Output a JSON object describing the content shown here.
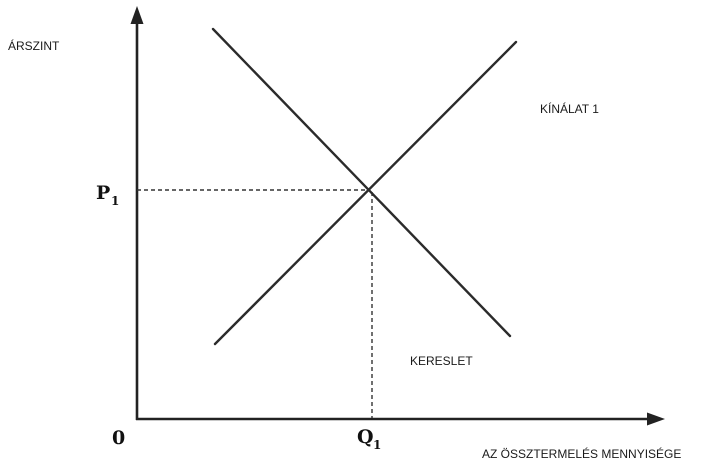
{
  "axes": {
    "y_label": "ÁRSZINT",
    "x_label": "AZ ÖSSZTERMELÉS MENNYISÉGE",
    "origin_label": "0"
  },
  "curves": {
    "supply_label": "KÍNÁLAT 1",
    "demand_label": "KERESLET"
  },
  "equilibrium": {
    "price_letter": "P",
    "price_subscript": "1",
    "quantity_letter": "Q",
    "quantity_subscript": "1"
  },
  "colors": {
    "line": "#2b2b2b",
    "axis": "#222222",
    "background": "#ffffff"
  }
}
